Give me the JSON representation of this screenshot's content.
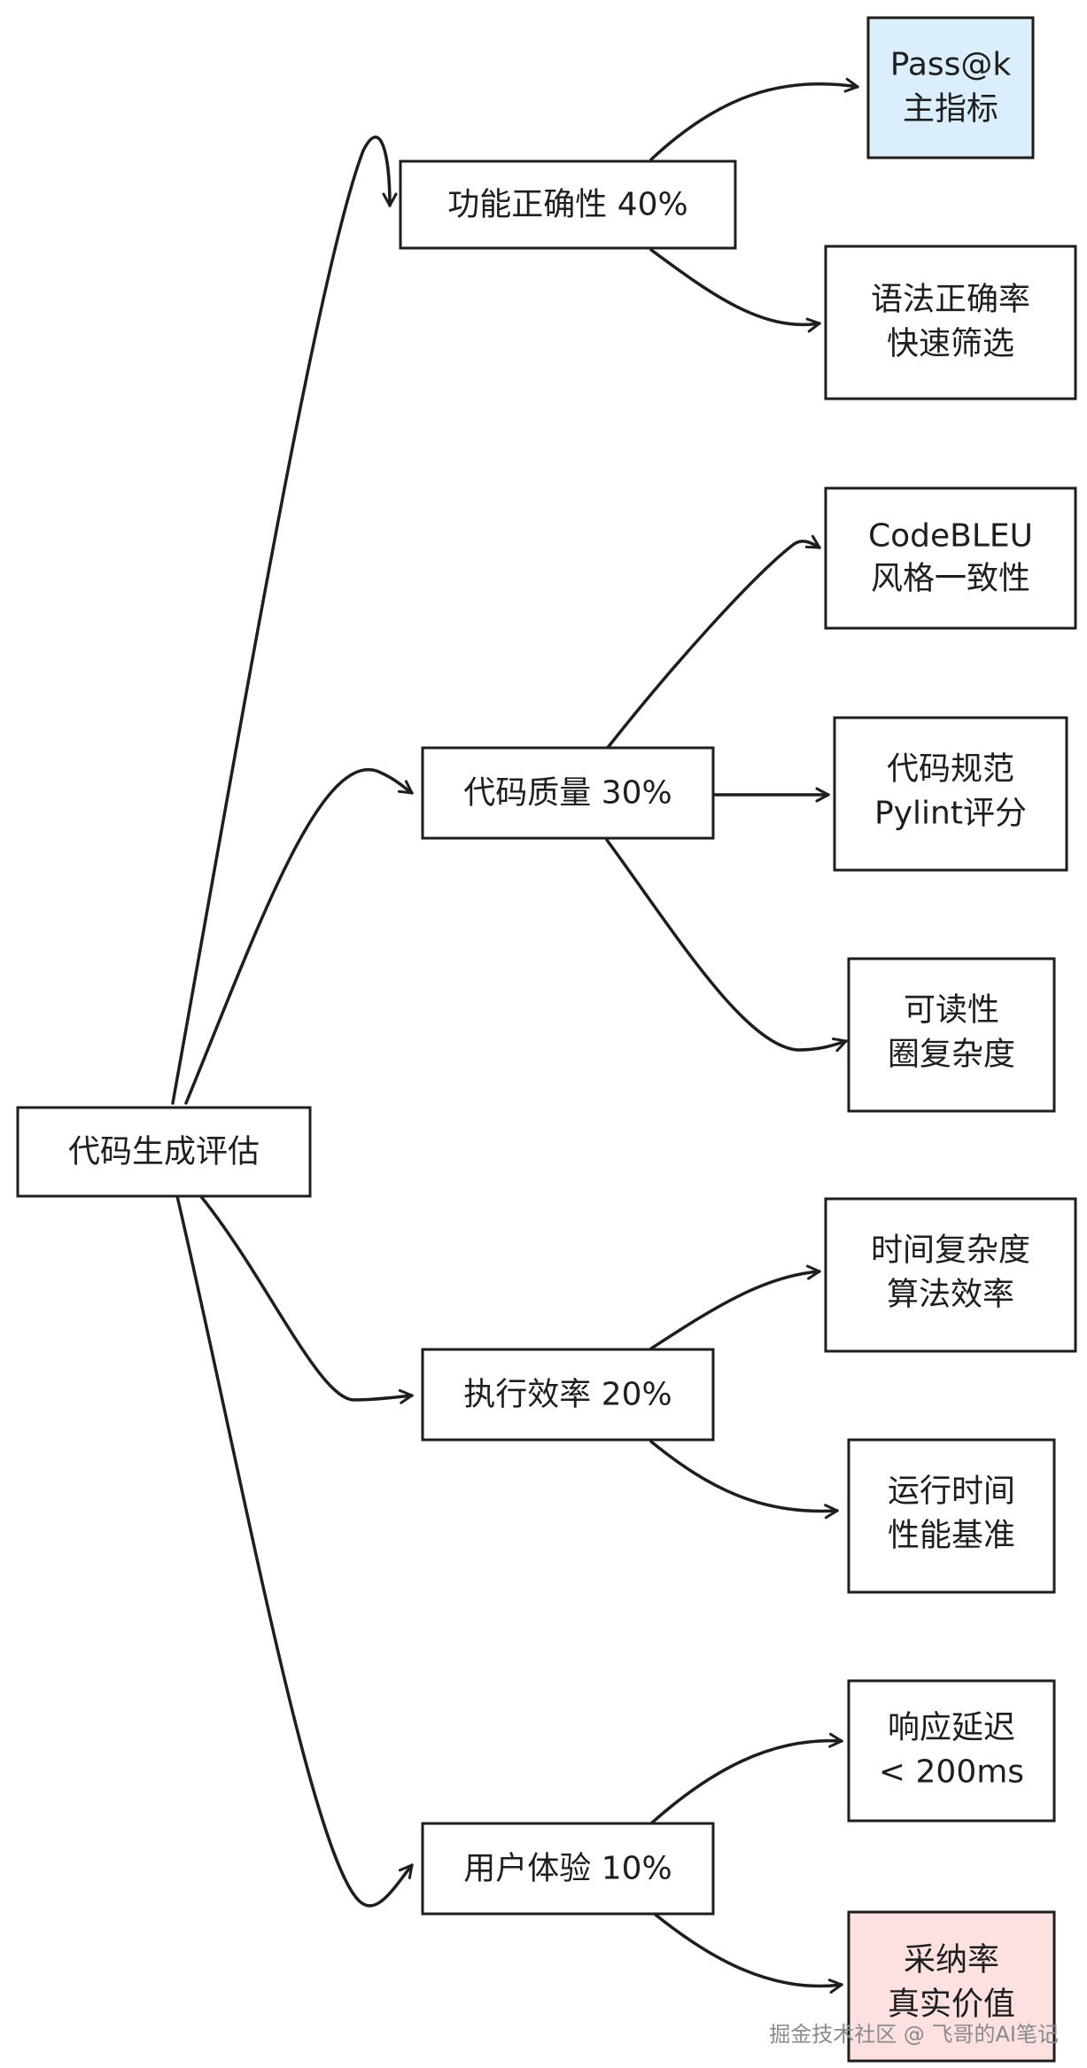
{
  "root": {
    "label": "代码生成评估"
  },
  "categories": [
    {
      "label": "功能正确性 40%",
      "children": [
        {
          "lines": [
            "Pass@k",
            "主指标"
          ],
          "highlight": "blue"
        },
        {
          "lines": [
            "语法正确率",
            "快速筛选"
          ],
          "highlight": "none"
        }
      ]
    },
    {
      "label": "代码质量 30%",
      "children": [
        {
          "lines": [
            "CodeBLEU",
            "风格一致性"
          ],
          "highlight": "none"
        },
        {
          "lines": [
            "代码规范",
            "Pylint评分"
          ],
          "highlight": "none"
        },
        {
          "lines": [
            "可读性",
            "圈复杂度"
          ],
          "highlight": "none"
        }
      ]
    },
    {
      "label": "执行效率 20%",
      "children": [
        {
          "lines": [
            "时间复杂度",
            "算法效率"
          ],
          "highlight": "none"
        },
        {
          "lines": [
            "运行时间",
            "性能基准"
          ],
          "highlight": "none"
        }
      ]
    },
    {
      "label": "用户体验 10%",
      "children": [
        {
          "lines": [
            "响应延迟",
            "< 200ms"
          ],
          "highlight": "none"
        },
        {
          "lines": [
            "采纳率",
            "真实价值"
          ],
          "highlight": "pink"
        }
      ]
    }
  ],
  "watermark": "掘金技术社区 @ 飞哥的AI笔记",
  "colors": {
    "stroke": "#1e1e1e",
    "blue_fill": "#dbeefb",
    "pink_fill": "#fde1e1",
    "watermark": "#8a8a8a"
  }
}
